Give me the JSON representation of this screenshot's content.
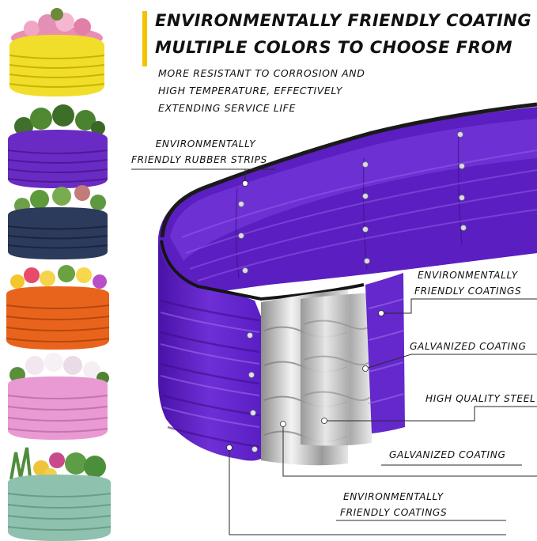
{
  "headline": {
    "line1": "ENVIRONMENTALLY FRIENDLY COATING",
    "line2": "MULTIPLE COLORS TO CHOOSE FROM",
    "accent_color": "#f2c400"
  },
  "subtext": {
    "line1": "MORE RESISTANT TO CORROSION AND",
    "line2": "HIGH TEMPERATURE, EFFECTIVELY",
    "line3": "EXTENDING SERVICE LIFE"
  },
  "callouts": {
    "rubber_strips": {
      "line1": "ENVIRONMENTALLY",
      "line2": "FRIENDLY RUBBER STRIPS"
    },
    "coatings_top": {
      "line1": "ENVIRONMENTALLY",
      "line2": "FRIENDLY COATINGS"
    },
    "galvanized_1": {
      "line1": "GALVANIZED COATING"
    },
    "steel": {
      "line1": "HIGH QUALITY STEEL"
    },
    "galvanized_2": {
      "line1": "GALVANIZED COATING"
    },
    "coatings_bottom": {
      "line1": "ENVIRONMENTALLY",
      "line2": "FRIENDLY COATINGS"
    }
  },
  "color_options": [
    {
      "name": "yellow",
      "color": "#f1de2a"
    },
    {
      "name": "purple",
      "color": "#6a2bc4"
    },
    {
      "name": "navy",
      "color": "#2c3a5c"
    },
    {
      "name": "orange",
      "color": "#e8641c"
    },
    {
      "name": "pink",
      "color": "#e99ad3"
    },
    {
      "name": "sage",
      "color": "#8ec1ae"
    }
  ],
  "product_color": "#5b1ec0"
}
